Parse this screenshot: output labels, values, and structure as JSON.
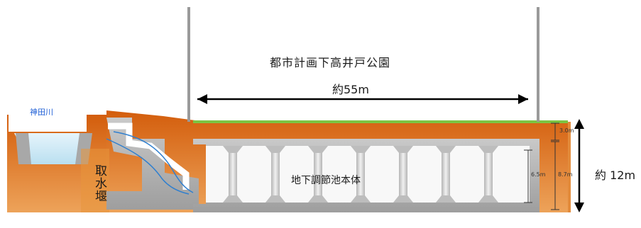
{
  "labels": {
    "park_name": "都市計画下高井戸公園",
    "width": "約55m",
    "river": "神田川",
    "facility": "地下調節池本体",
    "weir": "取水堰",
    "total_depth": "約 12m"
  },
  "dimensions": {
    "cover": "3.0m",
    "inner_height": "6.5m",
    "structure_height": "8.7m"
  },
  "colors": {
    "soil": "#d9640f",
    "soil_light": "#e8963c",
    "concrete": "#bdbdbd",
    "concrete_dark": "#8f8f8f",
    "lawn": "#7cc442",
    "water": "#cfe9f5",
    "river_text": "#1f5fd6"
  },
  "pillar_count": 7
}
